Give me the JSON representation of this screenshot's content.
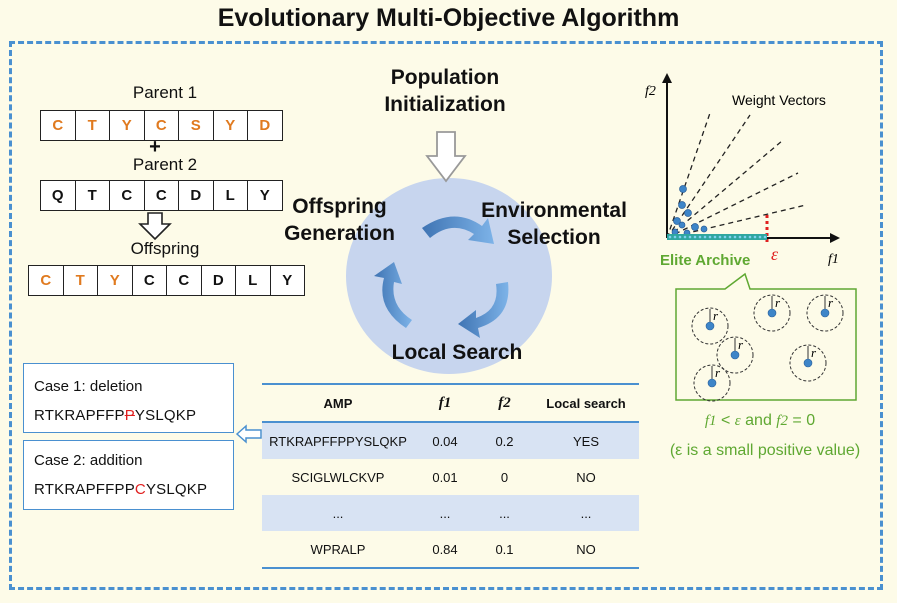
{
  "title": "Evolutionary Multi-Objective Algorithm",
  "crossover": {
    "parent1_label": "Parent 1",
    "parent1": [
      "C",
      "T",
      "Y",
      "C",
      "S",
      "Y",
      "D"
    ],
    "plus": "+",
    "parent2_label": "Parent 2",
    "parent2": [
      "Q",
      "T",
      "C",
      "C",
      "D",
      "L",
      "Y"
    ],
    "offspring_label": "Offspring",
    "offspring": [
      "C",
      "T",
      "Y",
      "C",
      "C",
      "D",
      "L",
      "Y"
    ]
  },
  "cycle": {
    "init": "Population Initialization",
    "offspring": "Offspring Generation",
    "selection": "Environmental Selection",
    "local": "Local Search"
  },
  "cases": {
    "case1_title": "Case 1: deletion",
    "case1_prefix": "RTKRAPFFP",
    "case1_mark": "P",
    "case1_suffix": "YSLQKP",
    "case2_title": "Case 2: addition",
    "case2_prefix": "RTKRAPFFPP",
    "case2_mark": "C",
    "case2_suffix": "YSLQKP"
  },
  "table": {
    "headers": [
      "AMP",
      "f1",
      "f2",
      "Local search"
    ],
    "rows": [
      [
        "RTKRAPFFPPYSLQKP",
        "0.04",
        "0.2",
        "YES"
      ],
      [
        "SCIGLWLCKVP",
        "0.01",
        "0",
        "NO"
      ],
      [
        "...",
        "...",
        "...",
        "..."
      ],
      [
        "WPRALP",
        "0.84",
        "0.1",
        "NO"
      ]
    ]
  },
  "plot": {
    "y_axis": "f2",
    "x_axis": "f1",
    "weight_vectors": "Weight Vectors",
    "epsilon": "ε",
    "elite_archive": "Elite Archive",
    "radius": "r",
    "condition": "f1 < ε and f2 = 0",
    "note": "(ε is a small positive value)"
  },
  "colors": {
    "frame": "#4a90d0",
    "orange": "#e07a1f",
    "green": "#5fa832",
    "red": "#e02020",
    "node": "#3d85c8"
  }
}
